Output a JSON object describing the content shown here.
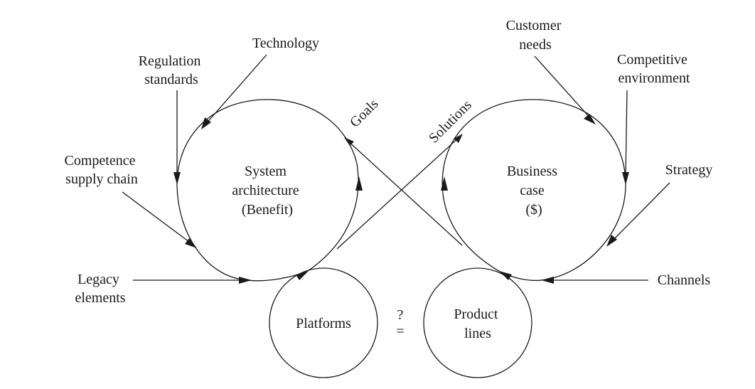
{
  "diagram": {
    "color": "#1a1a1a",
    "nodes": {
      "system_architecture": [
        "System",
        "architecture",
        "(Benefit)"
      ],
      "business_case": [
        "Business",
        "case",
        "($)"
      ],
      "platforms": "Platforms",
      "product_lines": [
        "Product",
        "lines"
      ]
    },
    "inputs_left": {
      "technology": "Technology",
      "regulation": [
        "Regulation",
        "standards"
      ],
      "competence": [
        "Competence",
        "supply chain"
      ],
      "legacy": [
        "Legacy",
        "elements"
      ]
    },
    "inputs_right": {
      "customer": [
        "Customer",
        "needs"
      ],
      "competitive": [
        "Competitive",
        "environment"
      ],
      "strategy": "Strategy",
      "channels": "Channels"
    },
    "crossing_labels": {
      "goals": "Goals",
      "solutions": "Solutions"
    },
    "comparison": {
      "question": "?",
      "equals": "="
    }
  }
}
